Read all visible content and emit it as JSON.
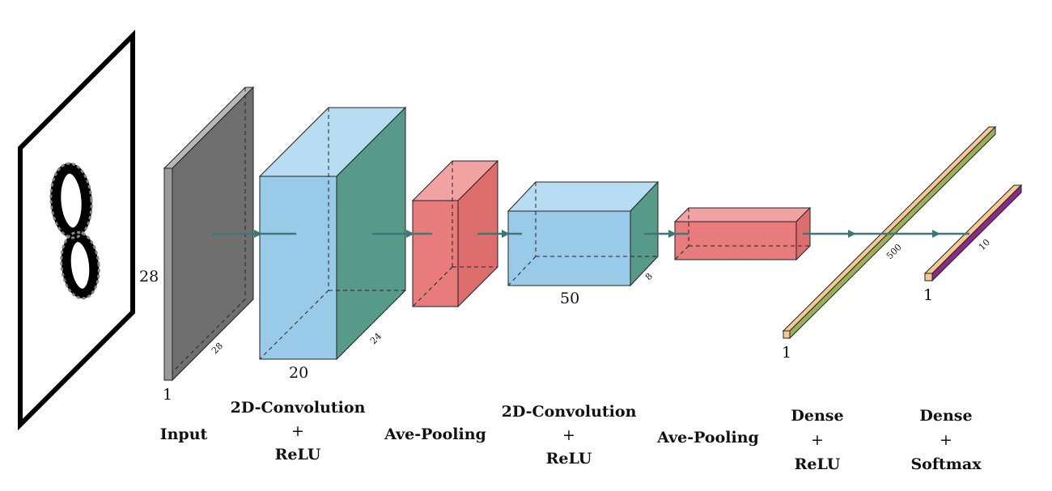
{
  "colors": {
    "input_layer": "#9a9a9a",
    "conv_face": "#99cbe9",
    "conv_side": "#579a8a",
    "pool": "#e87b7b",
    "dense_face": "#f5c996",
    "dense_relu_side": "#9aaf58",
    "dense_softmax_side": "#8a2b8a",
    "arrow": "#3f7777"
  },
  "dimensions": {
    "input_height": "28",
    "input_width": "28",
    "input_depth": "1",
    "conv1_depth": "20",
    "conv1_size": "24",
    "conv2_depth": "50",
    "conv2_size": "8",
    "dense1_size": "500",
    "dense1_width": "1",
    "dense2_size": "10",
    "dense2_width": "1"
  },
  "layer_labels": {
    "input": [
      "Input"
    ],
    "conv1": [
      "2D-Convolution",
      "+",
      "ReLU"
    ],
    "pool1": [
      "Ave-Pooling"
    ],
    "conv2": [
      "2D-Convolution",
      "+",
      "ReLU"
    ],
    "pool2": [
      "Ave-Pooling"
    ],
    "dense1": [
      "Dense",
      "+",
      "ReLU"
    ],
    "dense2": [
      "Dense",
      "+",
      "Softmax"
    ]
  },
  "input_image_digit": "8"
}
